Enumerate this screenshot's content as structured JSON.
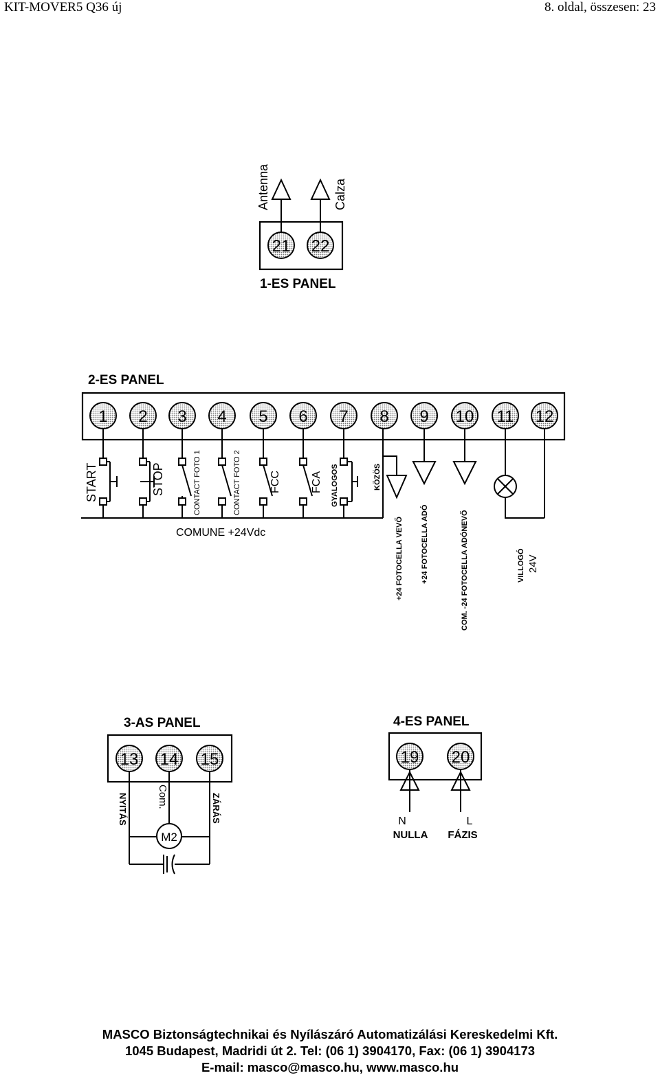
{
  "header": {
    "left": "KIT-MOVER5 Q36 új",
    "right": "8. oldal, összesen: 23"
  },
  "panel1": {
    "title": "1-ES PANEL",
    "terminals": [
      "21",
      "22"
    ],
    "labels": {
      "antenna": "Antenna",
      "calza": "Calza"
    }
  },
  "panel2": {
    "title": "2-ES PANEL",
    "terminals": [
      "1",
      "2",
      "3",
      "4",
      "5",
      "6",
      "7",
      "8",
      "9",
      "10",
      "11",
      "12"
    ],
    "labels": {
      "start": "START",
      "stop": "STOP",
      "foto1": "CONTACT FOTO 1",
      "foto2": "CONTACT FOTO 2",
      "fcc": "FCC",
      "fca": "FCA",
      "gyalogos": "GYALOGOS",
      "kozos": "KÖZÖS",
      "comune": "COMUNE +24Vdc",
      "vevo": "+24 FOTOCELLA VEVŐ",
      "ado": "+24 FOTOCELLA ADÓ",
      "com_ado": "COM. -24 FOTOCELLA ADÓNEVŐ",
      "villogo": "VILLOGÓ",
      "v24": "24V"
    }
  },
  "panel3": {
    "title": "3-AS PANEL",
    "terminals": [
      "13",
      "14",
      "15"
    ],
    "labels": {
      "nyitas": "NYITÁS",
      "com": "Com.",
      "zaras": "ZÁRÁS",
      "motor": "M2"
    }
  },
  "panel4": {
    "title": "4-ES PANEL",
    "terminals": [
      "19",
      "20"
    ],
    "labels": {
      "n": "N",
      "l": "L",
      "nulla": "NULLA",
      "fazis": "FÁZIS"
    }
  },
  "footer": {
    "line1": "MASCO Biztonságtechnikai és Nyílászáró Automatizálási Kereskedelmi Kft.",
    "line2": "1045 Budapest, Madridi út 2. Tel: (06 1) 3904170, Fax: (06 1) 3904173",
    "line3": "E-mail: masco@masco.hu, www.masco.hu"
  }
}
